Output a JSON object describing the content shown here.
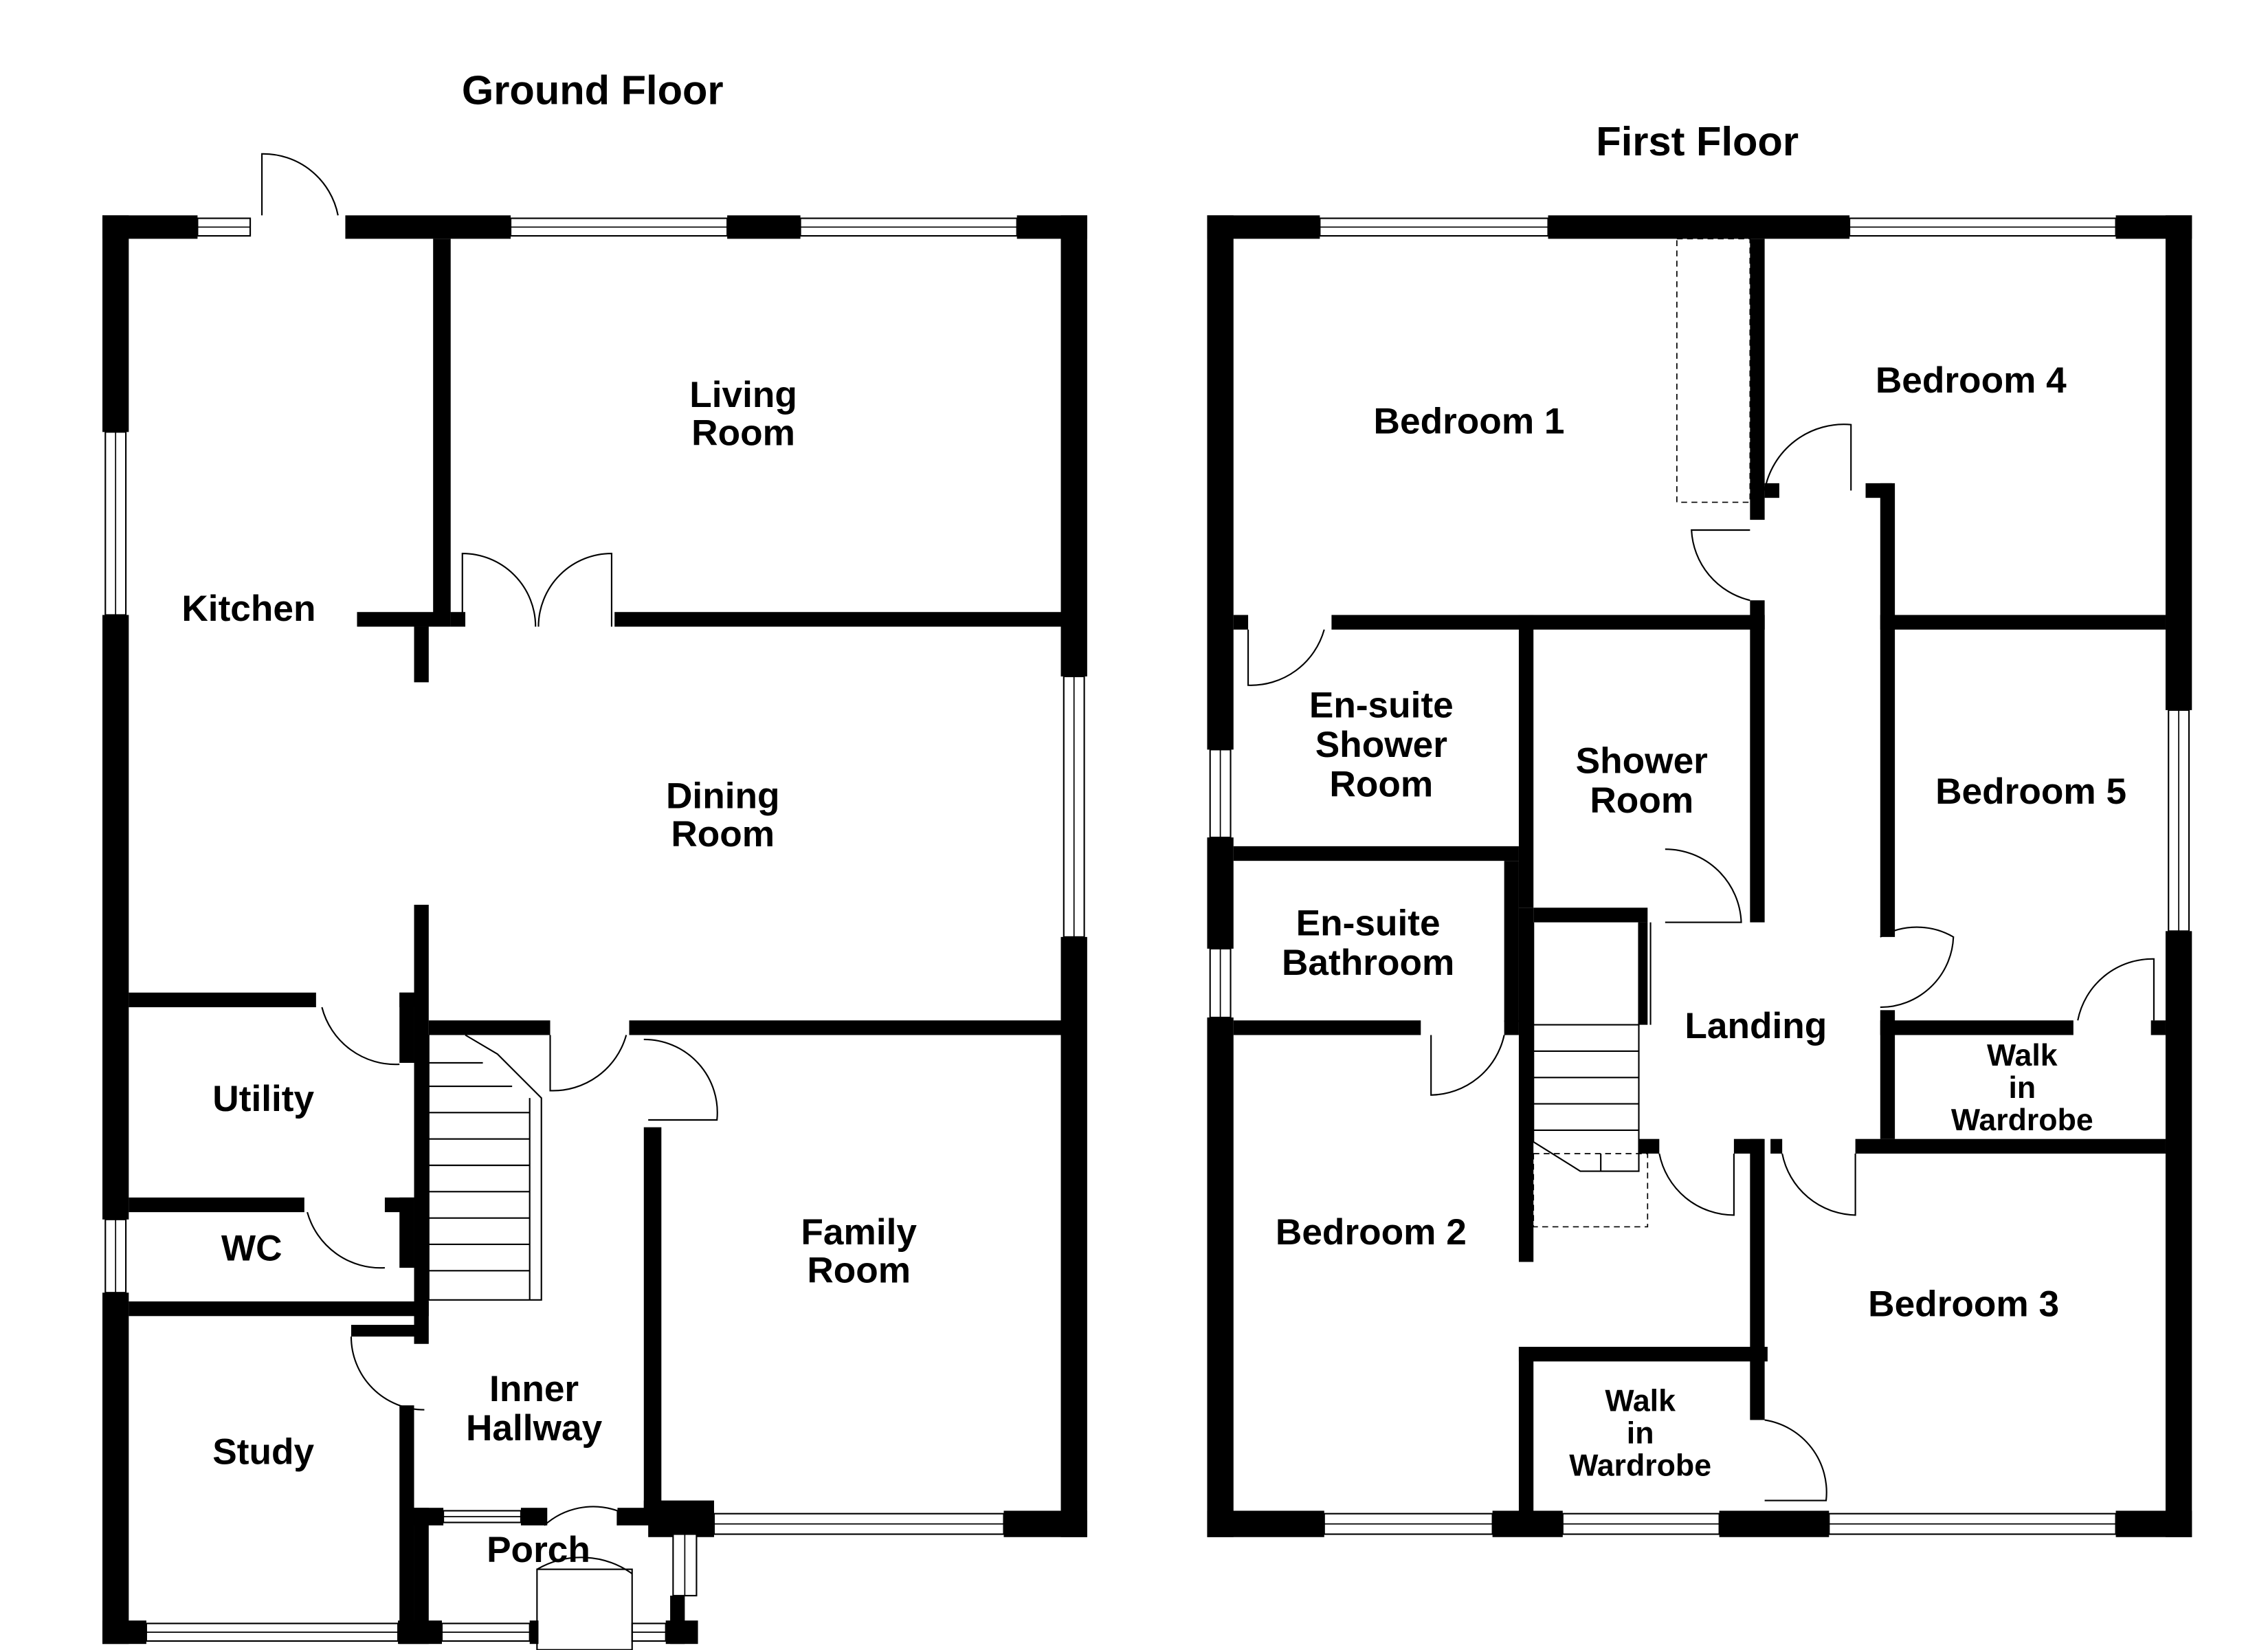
{
  "floors": {
    "ground": {
      "title": "Ground Floor",
      "rooms": {
        "kitchen": "Kitchen",
        "living_room": [
          "Living",
          "Room"
        ],
        "dining_room": [
          "Dining",
          "Room"
        ],
        "utility": "Utility",
        "wc": "WC",
        "family_room": [
          "Family",
          "Room"
        ],
        "study": "Study",
        "inner_hallway": [
          "Inner",
          "Hallway"
        ],
        "porch": "Porch"
      }
    },
    "first": {
      "title": "First Floor",
      "rooms": {
        "bedroom_1": "Bedroom 1",
        "bedroom_4": "Bedroom 4",
        "ensuite_shower_room": [
          "En-suite",
          "Shower",
          "Room"
        ],
        "shower_room": [
          "Shower",
          "Room"
        ],
        "bedroom_5": "Bedroom 5",
        "ensuite_bathroom": [
          "En-suite",
          "Bathroom"
        ],
        "landing": "Landing",
        "walk_in_wardrobe_1": [
          "Walk",
          "in",
          "Wardrobe"
        ],
        "bedroom_2": "Bedroom 2",
        "bedroom_3": "Bedroom 3",
        "walk_in_wardrobe_2": [
          "Walk",
          "in",
          "Wardrobe"
        ]
      }
    }
  }
}
